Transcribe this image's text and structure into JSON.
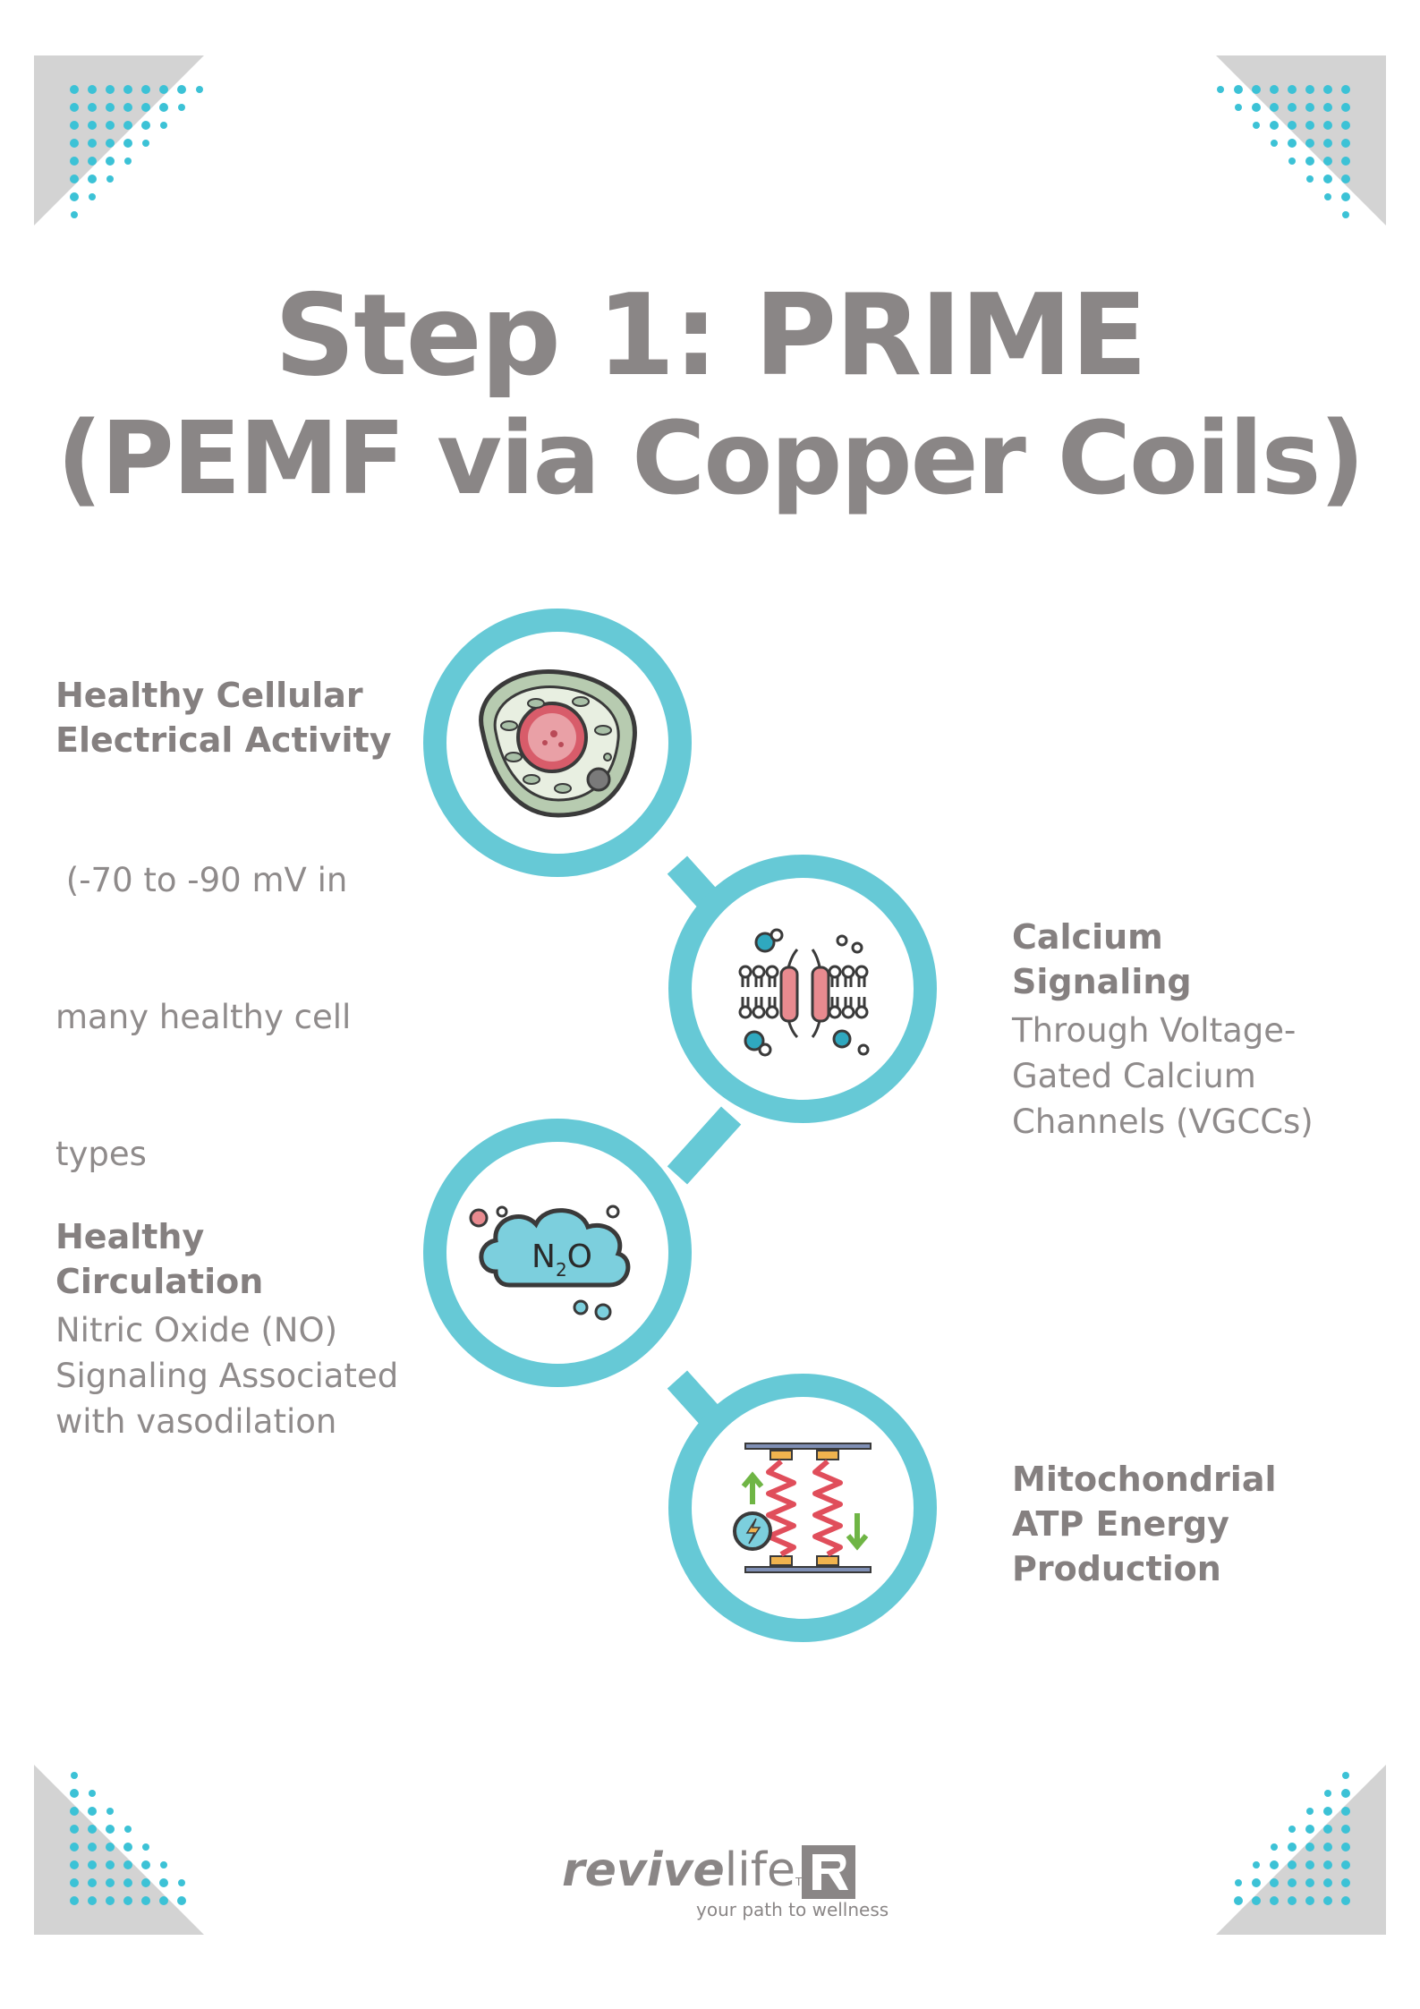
{
  "title": {
    "line1": "Step 1: PRIME",
    "line2": "(PEMF via Copper Coils)"
  },
  "items": [
    {
      "heading_lines": [
        "Healthy Cellular",
        "Electrical Activity"
      ],
      "description_lines": [
        " (-70 to -90 mV in",
        "many healthy cell",
        "types"
      ],
      "icon": "cell-icon"
    },
    {
      "heading_lines": [
        "Calcium",
        "Signaling"
      ],
      "description_lines": [
        "Through Voltage-",
        "Gated Calcium",
        "Channels (VGCCs)"
      ],
      "icon": "calcium-channel-icon"
    },
    {
      "heading_lines": [
        "Healthy",
        "Circulation"
      ],
      "description_lines": [
        "Nitric Oxide (NO)",
        "Signaling Associated",
        "with vasodilation"
      ],
      "icon": "n2o-cloud-icon",
      "icon_text": {
        "n": "N",
        "sub": "2",
        "o": "O"
      }
    },
    {
      "heading_lines": [
        "Mitochondrial",
        "ATP Energy",
        "Production"
      ],
      "description_lines": [],
      "icon": "mitochondrial-spring-icon"
    }
  ],
  "logo": {
    "brand_bold": "revive",
    "brand_light": "life",
    "trademark": "TM",
    "tagline": "your path to wellness"
  },
  "colors": {
    "accent": "#66c9d6",
    "text_gray": "#8a8686",
    "corner_gray": "#d3d3d3"
  }
}
